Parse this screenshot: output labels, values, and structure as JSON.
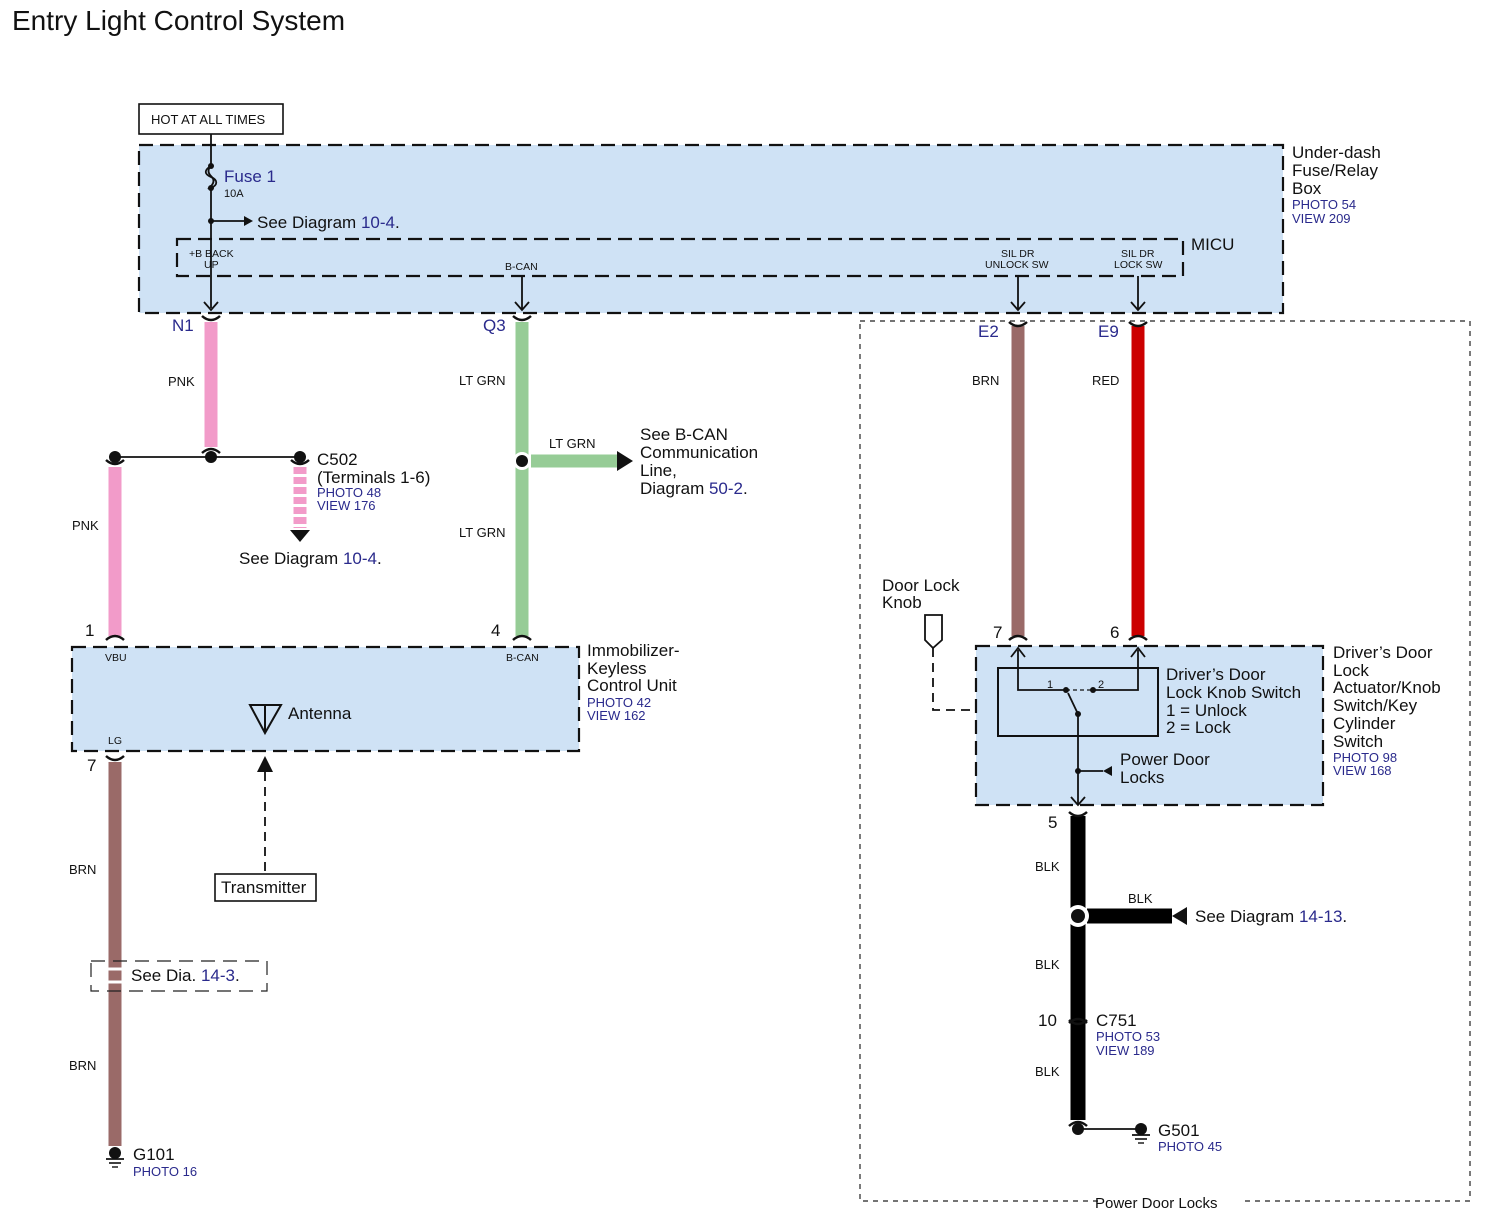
{
  "title": "Entry Light Control System",
  "colors": {
    "pnk": "#f29bc9",
    "lt_grn": "#96cc96",
    "brn": "#9a6a68",
    "red": "#cc0000",
    "blk": "#000000",
    "component_fill": "#cfe2f5",
    "link_blue": "#2a2a8c"
  },
  "power_source": {
    "label": "HOT AT ALL TIMES"
  },
  "fuse": {
    "name": "Fuse 1",
    "rating": "10A",
    "see": "See  Diagram ",
    "see_ref": "10-4",
    "see_end": "."
  },
  "fuse_box": {
    "name_lines": [
      "Under-dash",
      "Fuse/Relay",
      "Box"
    ],
    "photo": "PHOTO 54",
    "view": "VIEW 209",
    "micu": "MICU",
    "pins": [
      {
        "label_lines": [
          "+B BACK",
          "UP"
        ],
        "terminal": "N1"
      },
      {
        "label_lines": [
          "B-CAN"
        ],
        "terminal": "Q3"
      },
      {
        "label_lines": [
          "SIL DR",
          "UNLOCK SW"
        ],
        "terminal": "E2"
      },
      {
        "label_lines": [
          "SIL DR",
          "LOCK SW"
        ],
        "terminal": "E9"
      }
    ]
  },
  "wires": {
    "n1": "PNK",
    "pnk_lower": "PNK",
    "q3_upper": "LT GRN",
    "q3_branch": "LT GRN",
    "q3_lower": "LT GRN",
    "e2": "BRN",
    "e9": "RED",
    "lg_upper": "BRN",
    "lg_lower": "BRN",
    "blk_upper": "BLK",
    "blk_branch": "BLK",
    "blk_middle": "BLK",
    "blk_lower": "BLK"
  },
  "c502": {
    "name": "C502",
    "terminals": "(Terminals 1-6)",
    "photo": "PHOTO 48",
    "view": "VIEW 176",
    "see": "See Diagram ",
    "see_ref": "10-4",
    "see_end": "."
  },
  "bcan_ref": {
    "lines": [
      "See B-CAN",
      "Communication",
      "Line,"
    ],
    "diagram": "Diagram ",
    "ref": "50-2",
    "end": "."
  },
  "immobilizer": {
    "name_lines": [
      "Immobilizer-",
      "Keyless",
      "Control Unit"
    ],
    "photo": "PHOTO 42",
    "view": "VIEW 162",
    "pin_vbu": {
      "num": "1",
      "label": "VBU"
    },
    "pin_bcan": {
      "num": "4",
      "label": "B-CAN"
    },
    "pin_lg": {
      "num": "7",
      "label": "LG"
    },
    "antenna": "Antenna",
    "transmitter": "Transmitter"
  },
  "see_dia_14_3": {
    "see": "See  Dia. ",
    "ref": "14-3",
    "end": "."
  },
  "g101": {
    "name": "G101",
    "photo": "PHOTO 16"
  },
  "door_lock": {
    "knob_lines": [
      "Door Lock",
      "Knob"
    ],
    "pin_unlock": "7",
    "pin_lock": "6",
    "pin_ground": "5",
    "switch_lines": [
      "Driver’s Door",
      "Lock Knob Switch",
      "1 = Unlock",
      "2 = Lock"
    ],
    "switch_pos1": "1",
    "switch_pos2": "2",
    "pdl_lines": [
      "Power Door",
      "Locks"
    ],
    "name_lines": [
      "Driver’s Door",
      "Lock",
      "Actuator/Knob",
      "Switch/Key",
      "Cylinder",
      "Switch"
    ],
    "photo": "PHOTO 98",
    "view": "VIEW 168"
  },
  "blk_branch_ref": {
    "see": "See  Diagram  ",
    "ref": "14-13",
    "end": "."
  },
  "c751": {
    "pin": "10",
    "name": "C751",
    "photo": "PHOTO 53",
    "view": "VIEW 189"
  },
  "g501": {
    "name": "G501",
    "photo": "PHOTO 45"
  },
  "power_door_locks_frame": "Power Door Locks"
}
